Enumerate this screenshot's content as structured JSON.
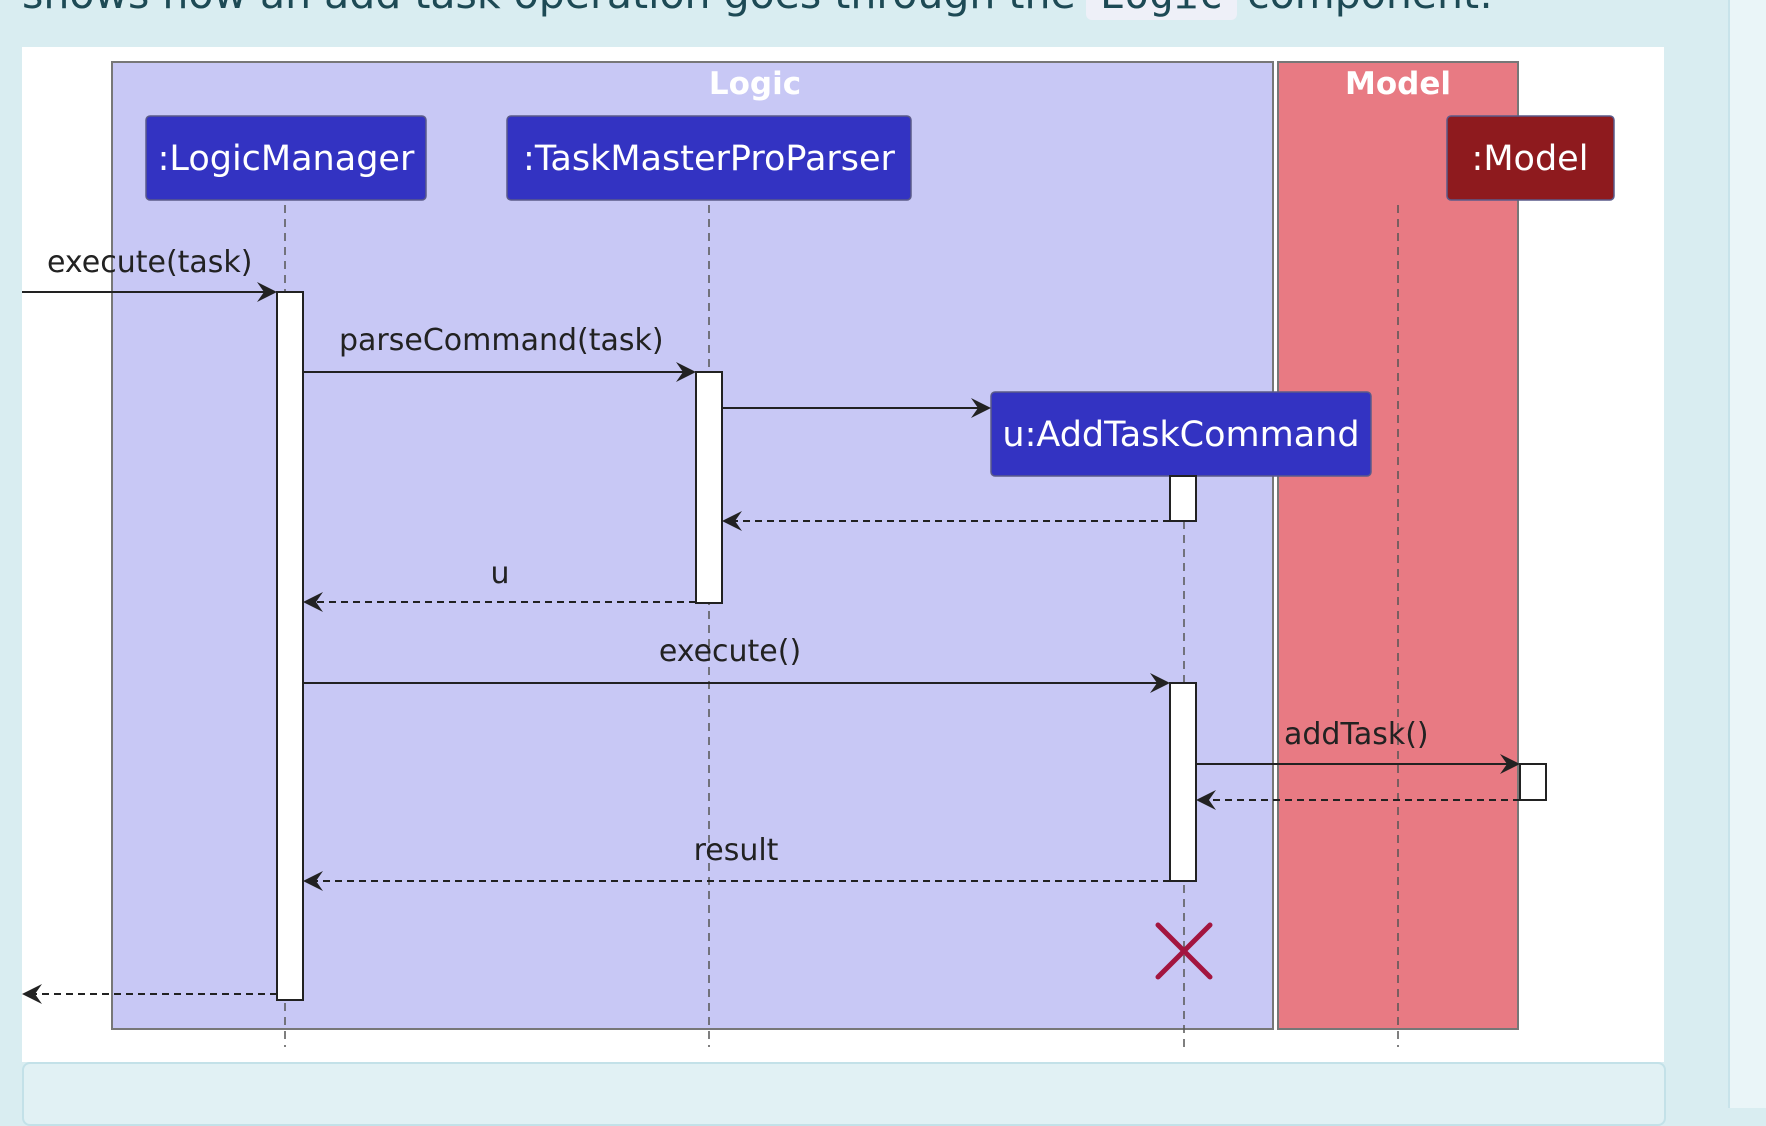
{
  "intro": {
    "before": "shows how an add task operation goes through the",
    "code": "Logic",
    "after": "component:"
  },
  "diagram": {
    "boxes": [
      {
        "id": "logic",
        "label": "Logic",
        "fill": "#c8c8f5"
      },
      {
        "id": "model",
        "label": "Model",
        "fill": "#e87a83"
      }
    ],
    "participants": [
      {
        "id": "lm",
        "label": ":LogicManager",
        "fill": "#3333c2"
      },
      {
        "id": "parser",
        "label": ":TaskMasterProParser",
        "fill": "#3333c2"
      },
      {
        "id": "cmd",
        "label": "u:AddTaskCommand",
        "fill": "#3333c2"
      },
      {
        "id": "model",
        "label": ":Model",
        "fill": "#8e1a1e"
      }
    ],
    "messages": [
      {
        "from": "external",
        "to": "lm",
        "label": "execute(task)",
        "type": "sync"
      },
      {
        "from": "lm",
        "to": "parser",
        "label": "parseCommand(task)",
        "type": "sync"
      },
      {
        "from": "parser",
        "to": "cmd",
        "label": "",
        "type": "create"
      },
      {
        "from": "cmd",
        "to": "parser",
        "label": "",
        "type": "return"
      },
      {
        "from": "parser",
        "to": "lm",
        "label": "u",
        "type": "return"
      },
      {
        "from": "lm",
        "to": "cmd",
        "label": "execute()",
        "type": "sync"
      },
      {
        "from": "cmd",
        "to": "model",
        "label": "addTask()",
        "type": "sync"
      },
      {
        "from": "model",
        "to": "cmd",
        "label": "",
        "type": "return"
      },
      {
        "from": "cmd",
        "to": "lm",
        "label": "result",
        "type": "return"
      },
      {
        "from": "lm",
        "to": "external",
        "label": "",
        "type": "return"
      }
    ],
    "destroy_color": "#a3153f"
  }
}
